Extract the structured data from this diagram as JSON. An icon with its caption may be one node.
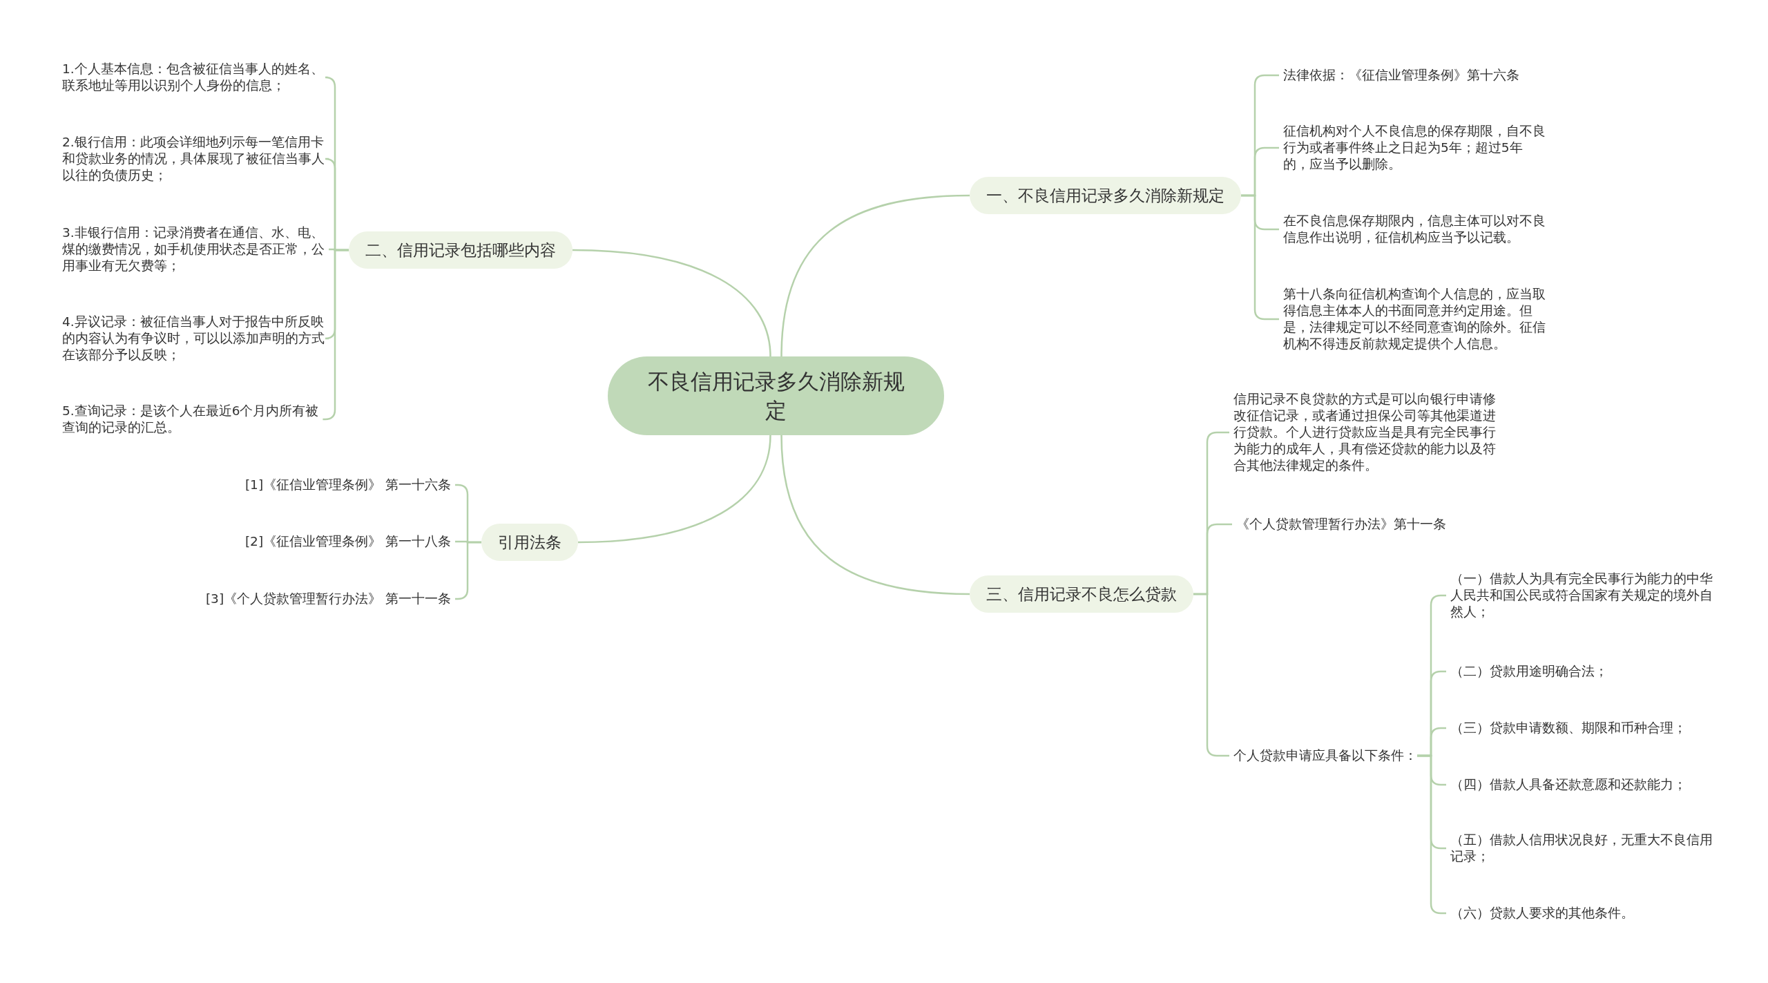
{
  "diagram": {
    "nodes": [
      {
        "text": [
          "不良信用记录多久消除新规定"
        ]
      },
      {
        "text": [
          "一、不良信用记录多久消除新规定"
        ]
      },
      {
        "text": [
          "法律依据：《征信业管理条例》第十六条"
        ]
      },
      {
        "text": [
          "征信机构对个人不良信息的保存期限，自不良行为或者事件终止之日起为5年；超过5年的，应当予以删除。"
        ]
      },
      {
        "text": [
          "在不良信息保存期限内，信息主体可以对不良信息作出说明，征信机构应当予以记载。"
        ]
      },
      {
        "text": [
          "第十八条向征信机构查询个人信息的，应当取得信息主体本人的书面同意并约定用途。但是，法律规定可以不经同意查询的除外。征信机构不得违反前款规定提供个人信息。"
        ]
      },
      {
        "text": [
          "二、信用记录包括哪些内容"
        ]
      },
      {
        "text": [
          "1.个人基本信息：包含被征信当事人的姓名、联系地址等用以识别个人身份的信息；"
        ]
      },
      {
        "text": [
          "2.银行信用：此项会详细地列示每一笔信用卡和贷款业务的情况，具体展现了被征信当事人以往的负债历史；"
        ]
      },
      {
        "text": [
          "3.非银行信用：记录消费者在通信、水、电、煤的缴费情况，如手机使用状态是否正常，公用事业有无欠费等；"
        ]
      },
      {
        "text": [
          "4.异议记录：被征信当事人对于报告中所反映的内容认为有争议时，可以以添加声明的方式在该部分予以反映；"
        ]
      },
      {
        "text": [
          "5.查询记录：是该个人在最近6个月内所有被查询的记录的汇总。"
        ]
      },
      {
        "text": [
          "三、信用记录不良怎么贷款"
        ]
      },
      {
        "text": [
          "信用记录不良贷款的方式是可以向银行申请修改征信记录，或者通过担保公司等其他渠道进行贷款。个人进行贷款应当是具有完全民事行为能力的成年人，具有偿还贷款的能力以及符合其他法律规定的条件。"
        ]
      },
      {
        "text": [
          "《个人贷款管理暂行办法》第十一条"
        ]
      },
      {
        "text": [
          "个人贷款申请应具备以下条件："
        ]
      },
      {
        "text": [
          "（一）借款人为具有完全民事行为能力的中华人民共和国公民或符合国家有关规定的境外自然人；"
        ]
      },
      {
        "text": [
          "（二）贷款用途明确合法；"
        ]
      },
      {
        "text": [
          "（三）贷款申请数额、期限和币种合理；"
        ]
      },
      {
        "text": [
          "（四）借款人具备还款意愿和还款能力；"
        ]
      },
      {
        "text": [
          "（五）借款人信用状况良好，无重大不良信用记录；"
        ]
      },
      {
        "text": [
          "（六）贷款人要求的其他条件。"
        ]
      },
      {
        "text": [
          "引用法条"
        ]
      },
      {
        "text": [
          "[1]《征信业管理条例》 第一十六条"
        ]
      },
      {
        "text": [
          "[2]《征信业管理条例》 第一十八条"
        ]
      },
      {
        "text": [
          "[3]《个人贷款管理暂行办法》 第一十一条"
        ]
      }
    ],
    "edges": [
      {
        "from": 0,
        "to": 1,
        "arrow": "none"
      },
      {
        "from": 1,
        "to": 2,
        "arrow": "none"
      },
      {
        "from": 1,
        "to": 3,
        "arrow": "none"
      },
      {
        "from": 1,
        "to": 4,
        "arrow": "none"
      },
      {
        "from": 1,
        "to": 5,
        "arrow": "none"
      },
      {
        "from": 0,
        "to": 6,
        "arrow": "none"
      },
      {
        "from": 6,
        "to": 7,
        "arrow": "none"
      },
      {
        "from": 6,
        "to": 8,
        "arrow": "none"
      },
      {
        "from": 6,
        "to": 9,
        "arrow": "none"
      },
      {
        "from": 6,
        "to": 10,
        "arrow": "none"
      },
      {
        "from": 6,
        "to": 11,
        "arrow": "none"
      },
      {
        "from": 0,
        "to": 12,
        "arrow": "none"
      },
      {
        "from": 12,
        "to": 13,
        "arrow": "none"
      },
      {
        "from": 12,
        "to": 14,
        "arrow": "none"
      },
      {
        "from": 12,
        "to": 15,
        "arrow": "none"
      },
      {
        "from": 15,
        "to": 16,
        "arrow": "none"
      },
      {
        "from": 15,
        "to": 17,
        "arrow": "none"
      },
      {
        "from": 15,
        "to": 18,
        "arrow": "none"
      },
      {
        "from": 15,
        "to": 19,
        "arrow": "none"
      },
      {
        "from": 15,
        "to": 20,
        "arrow": "none"
      },
      {
        "from": 15,
        "to": 21,
        "arrow": "none"
      },
      {
        "from": 0,
        "to": 22,
        "arrow": "none"
      },
      {
        "from": 22,
        "to": 23,
        "arrow": "none"
      },
      {
        "from": 22,
        "to": 24,
        "arrow": "none"
      },
      {
        "from": 22,
        "to": 25,
        "arrow": "none"
      }
    ]
  }
}
